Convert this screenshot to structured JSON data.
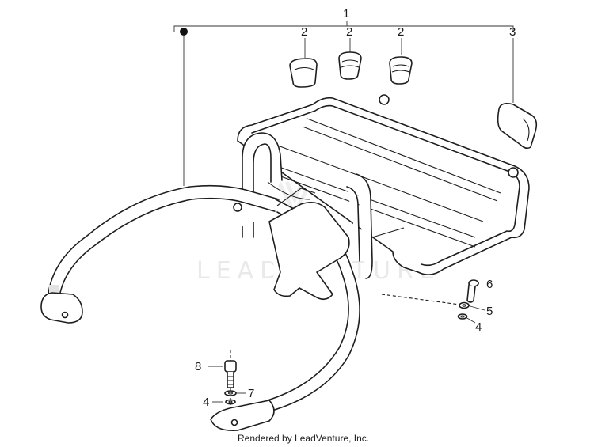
{
  "watermark": "LEADVENTURE",
  "footer": "Rendered by LeadVenture, Inc.",
  "callouts": {
    "c1": "1",
    "c2a": "2",
    "c2b": "2",
    "c2c": "2",
    "c3": "3",
    "c4a": "4",
    "c4b": "4",
    "c5": "5",
    "c6": "6",
    "c7": "7",
    "c8": "8"
  }
}
